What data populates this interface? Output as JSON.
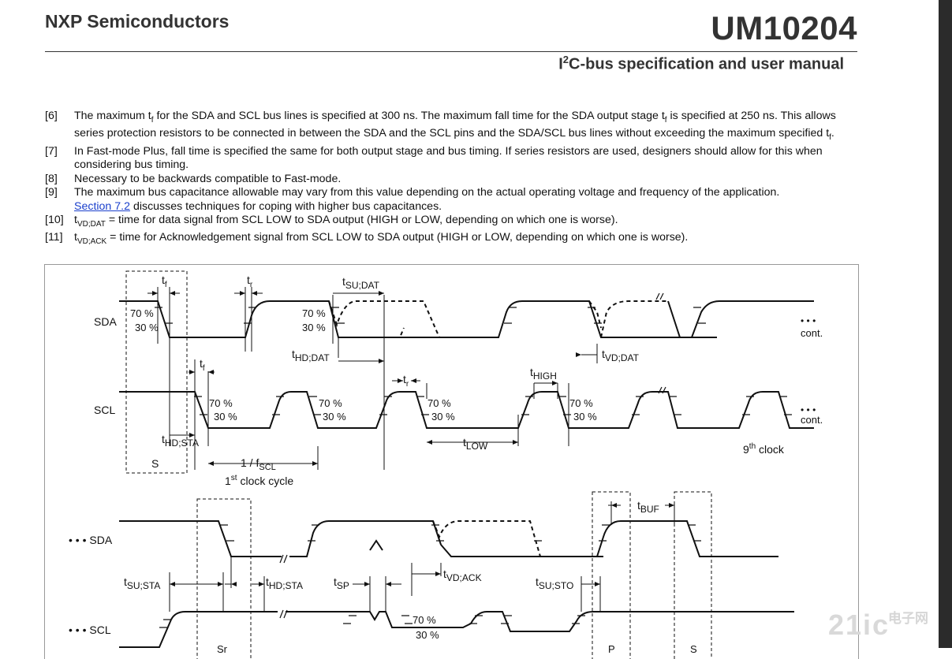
{
  "header": {
    "company": "NXP Semiconductors",
    "doc_number": "UM10204",
    "subtitle_prefix": "I",
    "subtitle_sup": "2",
    "subtitle_rest": "C-bus specification and user manual"
  },
  "notes": [
    {
      "ref": "[6]",
      "line1a": "The maximum t",
      "line1sub": "f",
      "line1b": " for the SDA and SCL bus lines is specified at 300 ns. The maximum fall time for the SDA output stage t",
      "line1sub2": "f",
      "line1c": " is specified at 250 ns. This allows series protection resistors to be connected in between the SDA and the SCL pins and the SDA/SCL bus lines without exceeding the maximum specified t",
      "line1sub3": "f",
      "line1d": "."
    },
    {
      "ref": "[7]",
      "text": "In Fast-mode Plus, fall time is specified the same for both output stage and bus timing. If series resistors are used, designers should allow for this when considering bus timing."
    },
    {
      "ref": "[8]",
      "text": "Necessary to be backwards compatible to Fast-mode."
    },
    {
      "ref": "[9]",
      "text": "The maximum bus capacitance allowable may vary from this value depending on the actual operating voltage and frequency of the application.",
      "link": "Section 7.2",
      "text2": " discusses techniques for coping with higher bus capacitances."
    },
    {
      "ref": "[10]",
      "t": "t",
      "sub": "VD;DAT",
      "text": " = time for data signal from SCL LOW to SDA output (HIGH or LOW, depending on which one is worse)."
    },
    {
      "ref": "[11]",
      "t": "t",
      "sub": "VD;ACK",
      "text": " = time for Acknowledgement signal from SCL LOW to SDA output (HIGH or LOW, depending on which one is worse)."
    }
  ],
  "diagram": {
    "sda": "SDA",
    "scl": "SCL",
    "dots_sda": "• • • SDA",
    "dots_scl": "• • • SCL",
    "dots": "• • •",
    "cont": "cont.",
    "pct70": "70 %",
    "pct30": "30 %",
    "t": "t",
    "f": "f",
    "r": "r",
    "su_dat": "SU;DAT",
    "hd_dat": "HD;DAT",
    "vd_dat": "VD;DAT",
    "high": "HIGH",
    "low": "LOW",
    "hd_sta": "HD;STA",
    "su_sta": "SU;STA",
    "sp": "SP",
    "vd_ack": "VD;ACK",
    "su_sto": "SU;STO",
    "buf": "BUF",
    "s": "S",
    "sr": "Sr",
    "p": "P",
    "one_over_f": "1 / f",
    "scl_sub": "SCL",
    "first_clock_sup": "st",
    "first_clock_num": "1",
    "first_clock_rest": " clock cycle",
    "ninth_num": "9",
    "ninth_sup": "th",
    "ninth_rest": " clock"
  },
  "watermark": {
    "logo": "21ic",
    "cn": "电子网"
  }
}
